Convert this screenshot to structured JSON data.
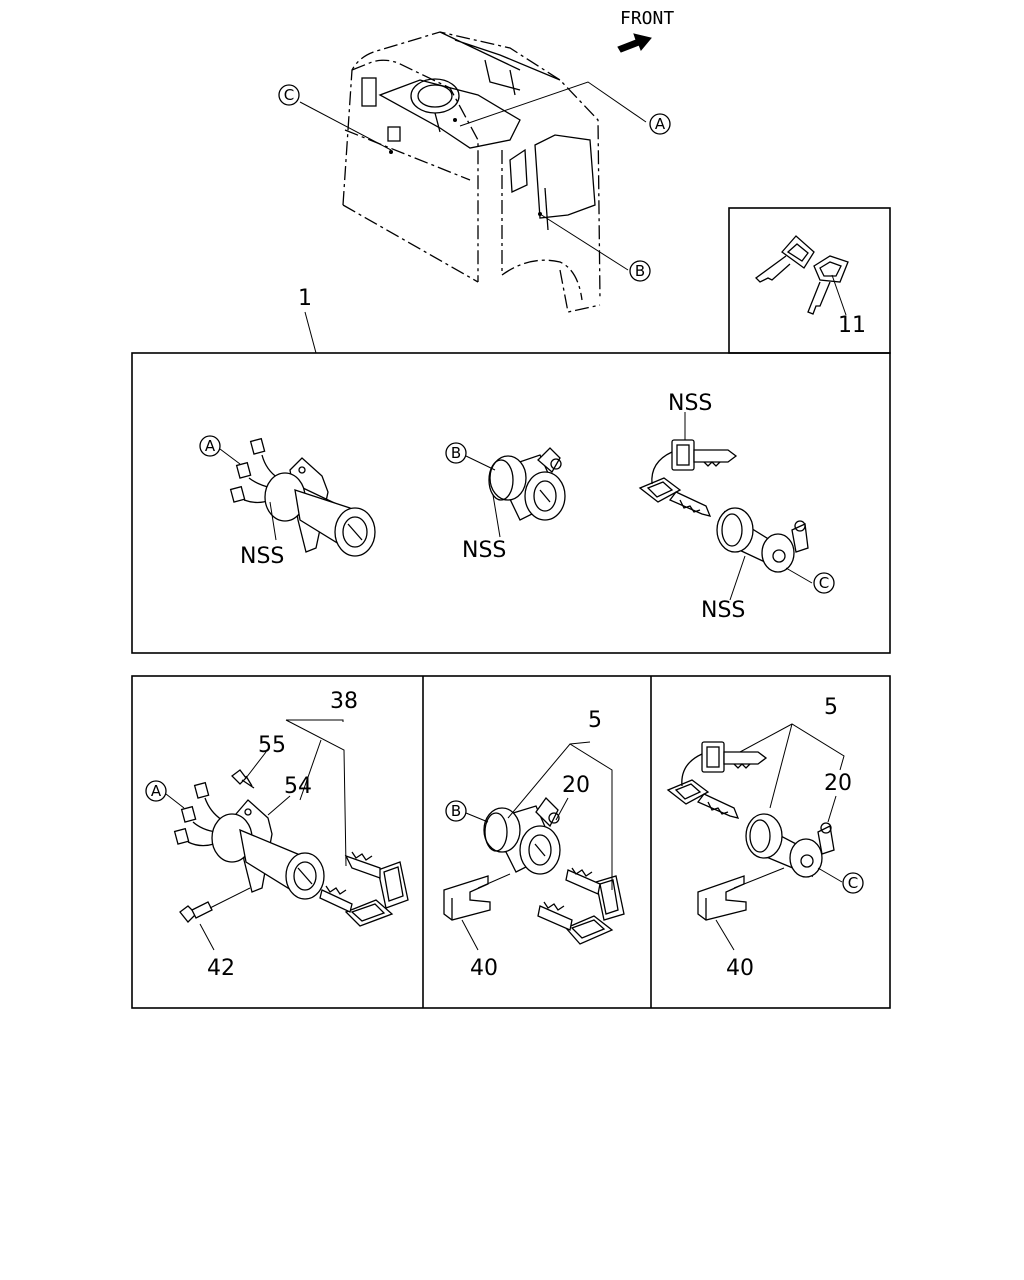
{
  "direction": {
    "label": "FRONT"
  },
  "callouts": {
    "a": "A",
    "b": "B",
    "c": "C"
  },
  "labels": {
    "assembly": "1",
    "keys": "11",
    "nss_starter": "NSS",
    "nss_door": "NSS",
    "nss_keys": "NSS",
    "nss_window": "NSS",
    "starter_set": "38",
    "screw": "55",
    "bracket": "54",
    "bolt": "42",
    "door_lock_set": "5",
    "door_cap": "20",
    "door_clip": "40",
    "window_lock_set": "5",
    "window_cap": "20",
    "window_clip": "40"
  }
}
